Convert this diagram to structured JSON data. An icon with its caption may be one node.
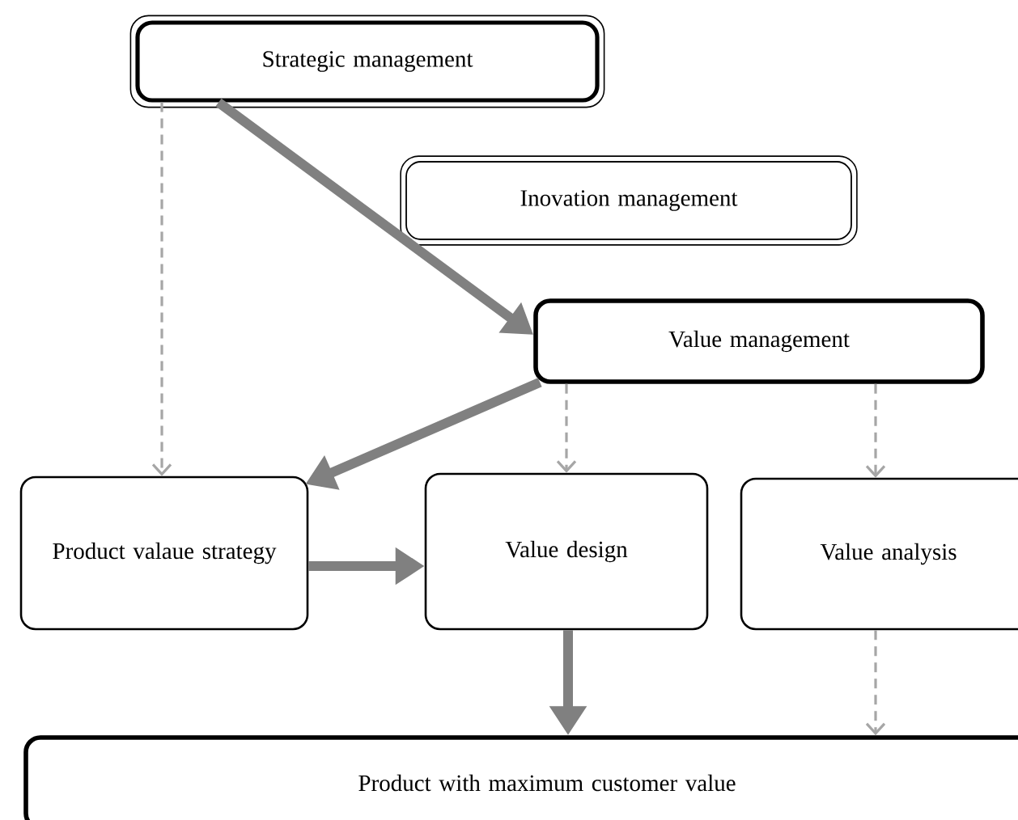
{
  "diagram": {
    "nodes": [
      {
        "text": [
          "Strategic management"
        ]
      },
      {
        "text": [
          "Inovation management"
        ]
      },
      {
        "text": [
          "Value management"
        ]
      },
      {
        "text": [
          "Product valaue strategy"
        ]
      },
      {
        "text": [
          "Value design"
        ]
      },
      {
        "text": [
          "Value analysis"
        ]
      },
      {
        "text": [
          "Product with maximum customer value"
        ]
      }
    ],
    "edges": [
      {
        "from": 0,
        "to": 2,
        "arrow": "to",
        "style": "thick"
      },
      {
        "from": 0,
        "to": 3,
        "arrow": "to",
        "style": "dashed",
        "color": "#a6a6a6"
      },
      {
        "from": 2,
        "to": 3,
        "arrow": "to",
        "style": "thick"
      },
      {
        "from": 2,
        "to": 4,
        "arrow": "to",
        "style": "dashed",
        "color": "#a6a6a6"
      },
      {
        "from": 2,
        "to": 5,
        "arrow": "to",
        "style": "dashed",
        "color": "#a6a6a6"
      },
      {
        "from": 3,
        "to": 4,
        "arrow": "to",
        "style": "thick"
      },
      {
        "from": 4,
        "to": 6,
        "arrow": "to",
        "style": "thick"
      },
      {
        "from": 5,
        "to": 6,
        "arrow": "to",
        "style": "dashed",
        "color": "#a6a6a6"
      }
    ]
  }
}
